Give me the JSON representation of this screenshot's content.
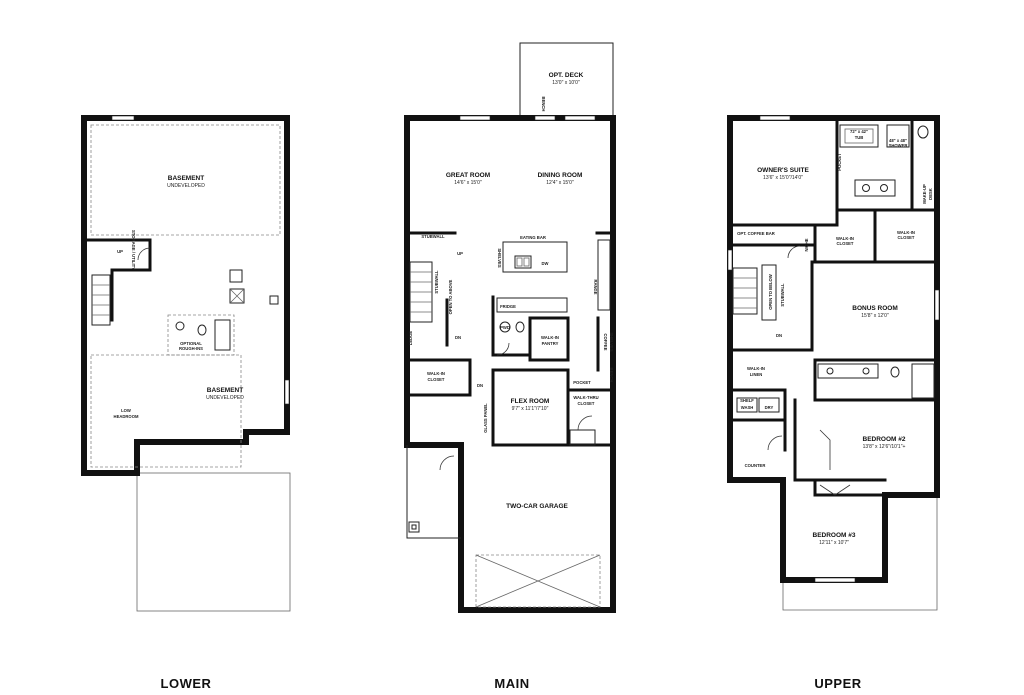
{
  "floors": {
    "lower": {
      "title": "LOWER",
      "basement_top": {
        "name": "BASEMENT",
        "sub": "UNDEVELOPED"
      },
      "basement_bottom": {
        "name": "BASEMENT",
        "sub": "UNDEVELOPED"
      },
      "labels": {
        "storage": "STORAGE / UTILITY",
        "up": "UP",
        "rough_ins_1": "OPTIONAL",
        "rough_ins_2": "ROUGH-INS",
        "low_headroom_1": "LOW",
        "low_headroom_2": "HEADROOM"
      }
    },
    "main": {
      "title": "MAIN",
      "opt_deck": {
        "name": "OPT. DECK",
        "dim": "13'0\" x 10'0\""
      },
      "great_room": {
        "name": "GREAT ROOM",
        "dim": "14'6\" x 15'0\""
      },
      "dining_room": {
        "name": "DINING ROOM",
        "dim": "12'4\" x 15'0\""
      },
      "flex_room": {
        "name": "FLEX ROOM",
        "dim": "9'7\" x 11'1\"/7'10\""
      },
      "garage": {
        "name": "TWO-CAR GARAGE"
      },
      "labels": {
        "bench_deck": "BENCH",
        "stubwall_top": "STUBWALL",
        "eating_bar": "EATING BAR",
        "shelves": "SHELVES",
        "dw": "DW",
        "up": "UP",
        "stubwall_side": "STUBWALL",
        "open_to_above": "OPEN TO ABOVE",
        "fridge": "FRIDGE",
        "range": "RANGE",
        "ledge": "LEDGE",
        "dn_stair": "DN",
        "pwd": "PWD",
        "walkin_pantry_1": "WALK-IN",
        "walkin_pantry_2": "PANTRY",
        "coffee_shelves_1": "COFFEE",
        "coffee_shelves_2": "SHELVES",
        "walkin_closet_1": "WALK-IN",
        "walkin_closet_2": "CLOSET",
        "dn_flex": "DN",
        "glass_panel": "GLASS PANEL",
        "pocket": "POCKET",
        "bench_mud": "BENCH",
        "walkthru_1": "WALK-THRU",
        "walkthru_2": "CLOSET"
      }
    },
    "upper": {
      "title": "UPPER",
      "owners_suite": {
        "name": "OWNER'S SUITE",
        "dim": "13'6\" x 15'0\"/14'0\""
      },
      "bonus_room": {
        "name": "BONUS ROOM",
        "dim": "15'8\" x 12'0\""
      },
      "bedroom2": {
        "name": "BEDROOM #2",
        "dim": "13'8\" x 12'6\"/10'1\"+"
      },
      "bedroom3": {
        "name": "BEDROOM #3",
        "dim": "12'11\" x 10'7\""
      },
      "labels": {
        "tub_1": "72\" x 42\"",
        "tub_2": "TUB",
        "shower_1": "48\" x 48\"",
        "shower_2": "SHOWER",
        "pocket": "POCKET",
        "makeup_1": "MAKE-UP",
        "makeup_2": "DESK",
        "opt_coffee_bar": "OPT. COFFEE BAR",
        "niche": "NICHE",
        "walkin_closet_a_1": "WALK-IN",
        "walkin_closet_a_2": "CLOSET",
        "walkin_closet_b_1": "WALK-IN",
        "walkin_closet_b_2": "CLOSET",
        "open_to_below": "OPEN TO BELOW",
        "stubwall": "STUBWALL",
        "dn": "DN",
        "walkin_linen_1": "WALK-IN",
        "walkin_linen_2": "LINEN",
        "shelf": "SHELF",
        "wash": "WASH",
        "dry": "DRY",
        "counter": "COUNTER"
      }
    }
  }
}
